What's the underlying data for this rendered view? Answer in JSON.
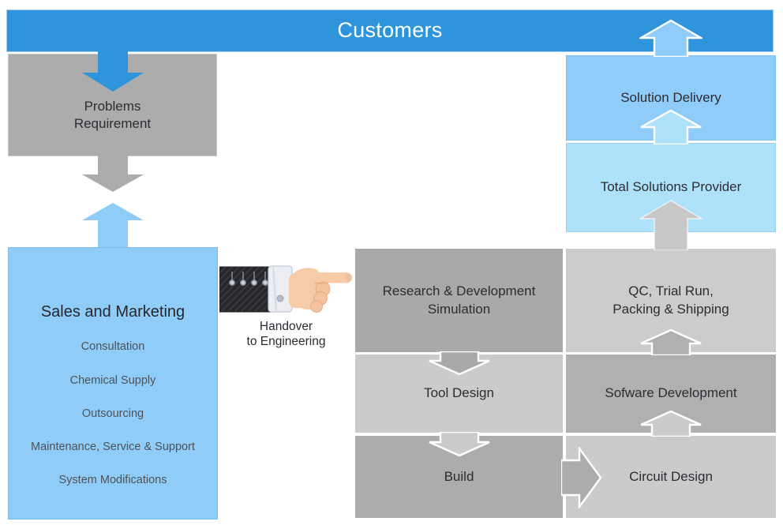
{
  "header": {
    "title": "Customers"
  },
  "left_column": {
    "problems_box": {
      "lines": [
        "Problems",
        "Requirement"
      ]
    },
    "sales_box": {
      "title": "Sales and Marketing",
      "items": [
        "Consultation",
        "Chemical Supply",
        "Outsourcing",
        "Maintenance, Service & Support",
        "System Modifications"
      ]
    }
  },
  "handover": {
    "lines": [
      "Handover",
      "to Engineering"
    ],
    "icon": "pointing-hand-icon"
  },
  "middle_column": {
    "rd_box": {
      "lines": [
        "Research & Development",
        "Simulation"
      ]
    },
    "tool_box": {
      "label": "Tool Design"
    },
    "build_box": {
      "label": "Build"
    }
  },
  "right_column": {
    "solution_box": {
      "label": "Solution Delivery"
    },
    "total_box": {
      "label": "Total Solutions Provider"
    },
    "qc_box": {
      "lines": [
        "QC, Trial Run,",
        "Packing & Shipping"
      ]
    },
    "software_box": {
      "label": "Sofware Development"
    },
    "circuit_box": {
      "label": "Circuit Design"
    }
  },
  "colors": {
    "brand_blue": "#2E94DB",
    "light_blue": "#8FCDF8",
    "medium_blue": "#90CCFA",
    "lighter_blue": "#AEE2FB",
    "gray_medium": "#ACACAC",
    "gray_dark": "#A9A9A9",
    "gray_light": "#CBCBCB",
    "gray_lighter": "#CCCCCC",
    "gray_soft": "#B0B0B0",
    "text_dark": "#2C2C33"
  }
}
